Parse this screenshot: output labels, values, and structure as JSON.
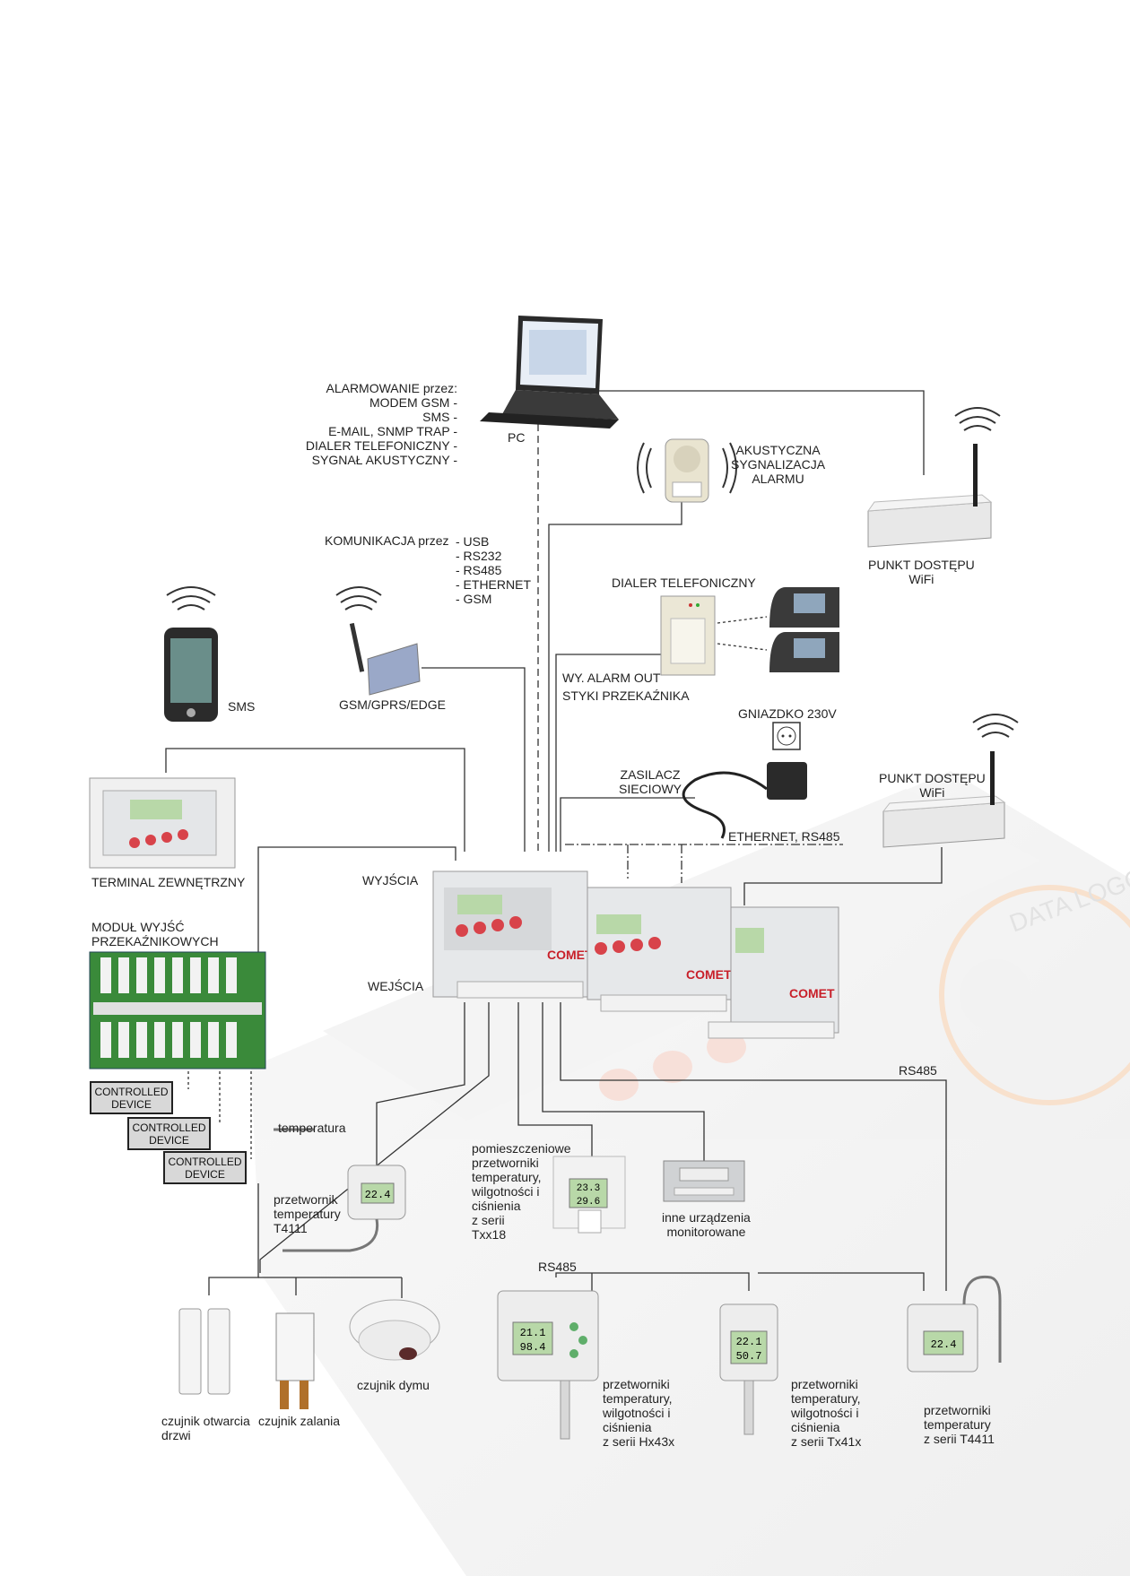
{
  "alarming": {
    "title": "ALARMOWANIE przez:",
    "items": [
      "MODEM GSM -",
      "SMS -",
      "E-MAIL, SNMP TRAP -",
      "DIALER TELEFONICZNY -",
      "SYGNAŁ AKUSTYCZNY -"
    ]
  },
  "pc_label": "PC",
  "acoustic": [
    "AKUSTYCZNA",
    "SYGNALIZACJA",
    "ALARMU"
  ],
  "wifi_top": [
    "PUNKT DOSTĘPU",
    "WiFi"
  ],
  "communication": {
    "title": "KOMUNIKACJA przez",
    "items": [
      "- USB",
      "- RS232",
      "- RS485",
      "- ETHERNET",
      "- GSM"
    ]
  },
  "dialer_label": "DIALER TELEFONICZNY",
  "sms_label": "SMS",
  "gsm_label": "GSM/GPRS/EDGE",
  "alarm_out": [
    "WY. ALARM OUT",
    "STYKI PRZEKAŹNIKA"
  ],
  "socket_label": "GNIAZDKO 230V",
  "psu_label": [
    "ZASILACZ",
    "SIECIOWY"
  ],
  "wifi_mid": [
    "PUNKT DOSTĘPU",
    "WiFi"
  ],
  "ethernet_label": "ETHERNET, RS485",
  "terminal_label": "TERMINAL ZEWNĘTRZNY",
  "outputs_label": "WYJŚCIA",
  "inputs_label": "WEJŚCIA",
  "relay_module": [
    "MODUŁ WYJŚĆ",
    "PRZEKAŹNIKOWYCH"
  ],
  "controlled_devices": [
    [
      "CONTROLLED",
      "DEVICE"
    ],
    [
      "CONTROLLED",
      "DEVICE"
    ],
    [
      "CONTROLLED",
      "DEVICE"
    ]
  ],
  "rs485_right": "RS485",
  "temperature_label": "temperatura",
  "t4111": [
    "przetwornik",
    "temperatury",
    "T4111"
  ],
  "txx18": [
    "pomieszczeniowe",
    "przetworniki",
    "temperatury,",
    "wilgotności i",
    "ciśnienia",
    "z serii",
    "Txx18"
  ],
  "other_devices": [
    "inne urządzenia",
    "monitorowane"
  ],
  "rs485_bottom": "RS485",
  "door_sensor": [
    "czujnik otwarcia",
    "drzwi"
  ],
  "flood_sensor": "czujnik zalania",
  "smoke_sensor": "czujnik dymu",
  "hx43": [
    "przetworniki",
    "temperatury,",
    "wilgotności i",
    "ciśnienia",
    "z serii Hx43x"
  ],
  "tx41": [
    "przetworniki",
    "temperatury,",
    "wilgotności i",
    "ciśnienia",
    "z serii Tx41x"
  ],
  "t4411": [
    "przetworniki",
    "temperatury",
    "z serii T4411"
  ],
  "logger_brand": "COMET",
  "logger_tag": "DATA LOGGER",
  "display_values": {
    "t4111": "22.4",
    "txx18_top": "23.3",
    "txx18_bottom": "29.6",
    "hx43_top": "21.1",
    "hx43_bottom": "98.4",
    "tx41_top": "22.1",
    "tx41_bottom": "50.7",
    "t4411": "22.4"
  },
  "colors": {
    "line": "#333333",
    "device_body": "#e6e8ea",
    "lcd": "#b8d8a8",
    "button_red": "#d8434a",
    "pcb_green": "#3a8a3a",
    "box_gray": "#d8d8d8",
    "brand_red": "#c8202a"
  }
}
